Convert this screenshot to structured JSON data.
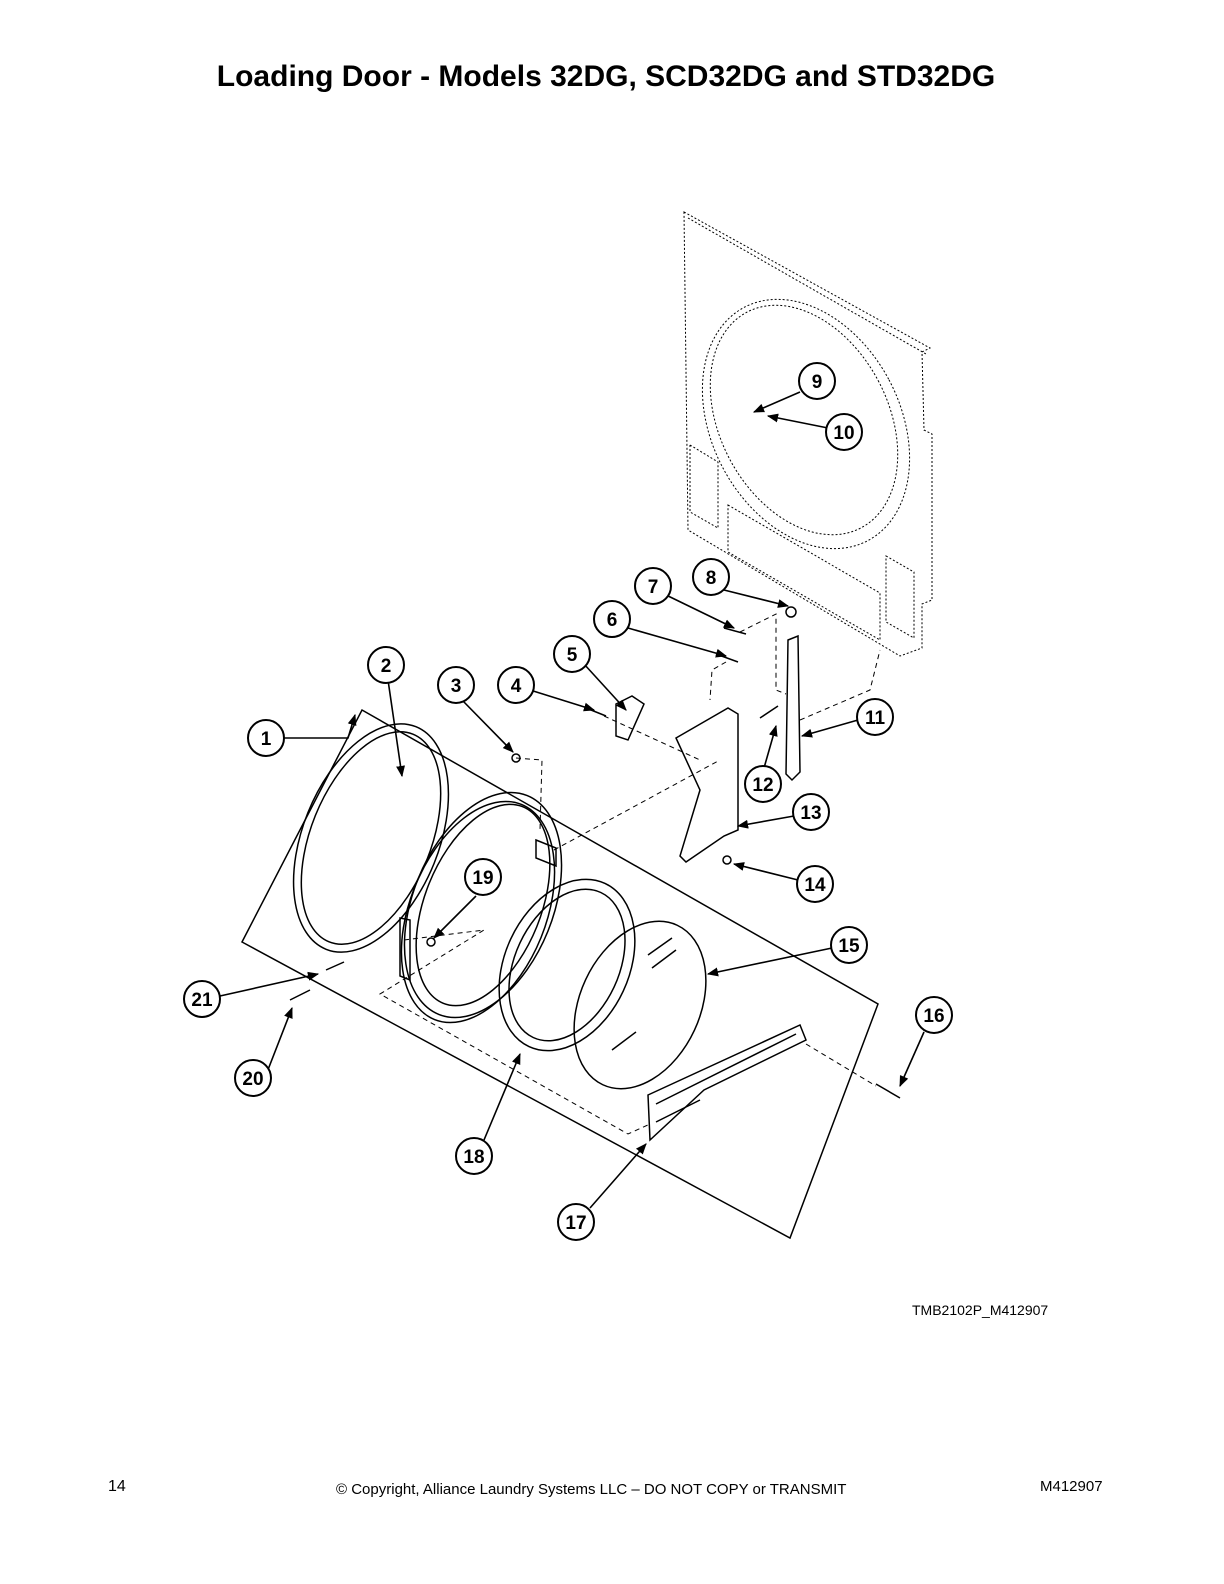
{
  "page": {
    "title": "Loading Door - Models 32DG, SCD32DG and STD32DG",
    "figure_id": "TMB2102P_M412907",
    "page_number": "14",
    "copyright": "© Copyright, Alliance Laundry Systems LLC – DO NOT COPY or TRANSMIT",
    "doc_number": "M412907"
  },
  "callouts": [
    "1",
    "2",
    "3",
    "4",
    "5",
    "6",
    "7",
    "8",
    "9",
    "10",
    "11",
    "12",
    "13",
    "14",
    "15",
    "16",
    "17",
    "18",
    "19",
    "20",
    "21"
  ]
}
